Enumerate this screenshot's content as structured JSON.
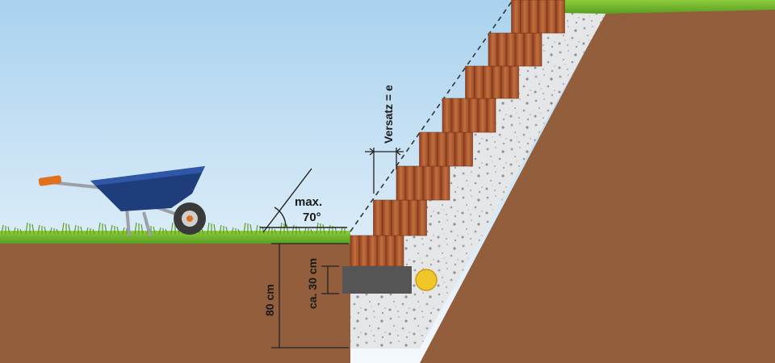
{
  "labels": {
    "max": "max.",
    "angle": "70°",
    "offset": "Versatz = e",
    "foundation_thickness": "ca. 30 cm",
    "foundation_depth": "80 cm"
  },
  "colors": {
    "sky_top": "#a9d2ee",
    "sky_bottom": "#f4f9fd",
    "soil": "#925e3c",
    "grass": "#6fb52c",
    "gravel": "#e4e6e8",
    "wood_light": "#c2703f",
    "wood_dark": "#8e3f1f",
    "concrete_footing": "#555555",
    "drain_pipe": "#f1c629",
    "wheelbarrow_tub": "#1f3d7a",
    "wheelbarrow_handle": "#e0701d"
  },
  "icons": {
    "wheelbarrow": "wheelbarrow-icon",
    "drain": "drain-pipe-icon"
  }
}
